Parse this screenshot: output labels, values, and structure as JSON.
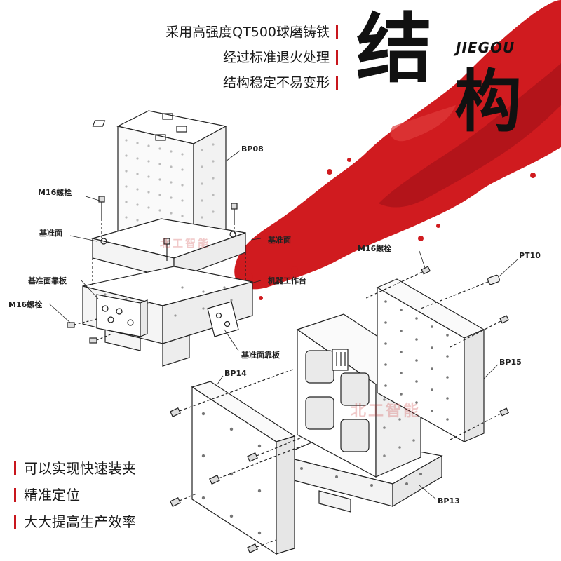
{
  "features": [
    "采用高强度QT500球磨铸铁",
    "经过标准退火处理",
    "结构稳定不易变形"
  ],
  "title": {
    "char1": "结",
    "char2": "构",
    "latin": "JIEGOU"
  },
  "benefits": [
    "可以实现快速装夹",
    "精准定位",
    "大大提高生产效率"
  ],
  "watermark": "北工智能",
  "colors": {
    "accent": "#c8161d",
    "splash": "#d01b1f",
    "line": "#222222"
  },
  "labels": {
    "bp08": "BP08",
    "m16_top": "M16螺栓",
    "ref_face_left": "基准面",
    "ref_face_right": "基准面",
    "ref_plate_left": "基准面靠板",
    "m16_left": "M16螺栓",
    "machine_table": "机器工作台",
    "ref_plate_bottom": "基准面靠板",
    "m16_right": "M16螺栓",
    "pt10": "PT10",
    "bp15": "BP15",
    "bp14": "BP14",
    "bp13": "BP13"
  }
}
